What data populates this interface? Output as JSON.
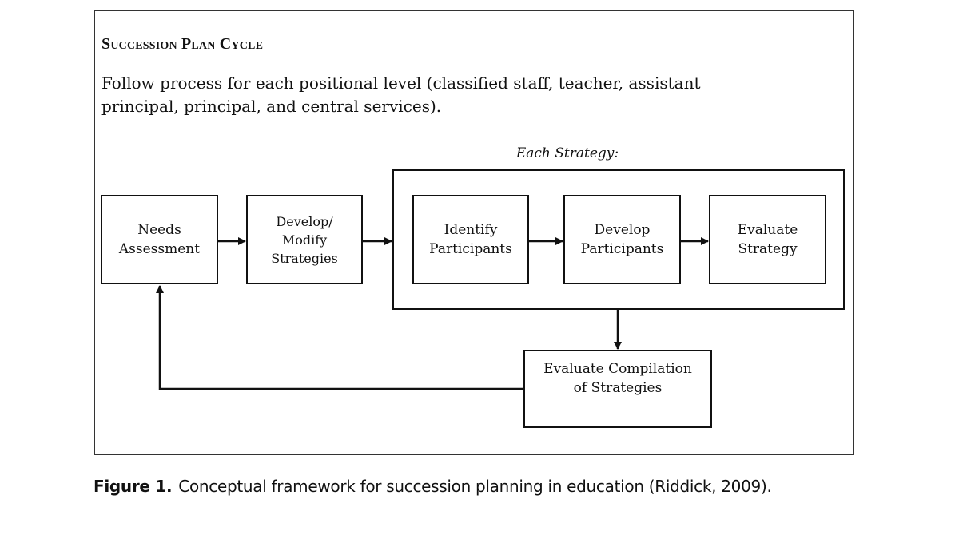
{
  "diagram": {
    "title": "Succession Plan Cycle",
    "subtitle": "Follow process for each positional level (classified staff, teacher, assistant principal, principal, and central services).",
    "strategy_group_label": "Each Strategy:",
    "nodes": {
      "needs_assessment": {
        "line1": "Needs",
        "line2": "Assessment"
      },
      "develop_modify": {
        "line1": "Develop/",
        "line2": "Modify",
        "line3": "Strategies"
      },
      "identify_participants": {
        "line1": "Identify",
        "line2": "Participants"
      },
      "develop_participants": {
        "line1": "Develop",
        "line2": "Participants"
      },
      "evaluate_strategy": {
        "line1": "Evaluate",
        "line2": "Strategy"
      },
      "evaluate_compilation": {
        "line1": "Evaluate Compilation",
        "line2": "of Strategies"
      }
    },
    "edges": [
      {
        "from": "Needs Assessment",
        "to": "Develop/Modify Strategies"
      },
      {
        "from": "Develop/Modify Strategies",
        "to": "Each Strategy"
      },
      {
        "from": "Identify Participants",
        "to": "Develop Participants"
      },
      {
        "from": "Develop Participants",
        "to": "Evaluate Strategy"
      },
      {
        "from": "Each Strategy",
        "to": "Evaluate Compilation of Strategies"
      },
      {
        "from": "Evaluate Compilation of Strategies",
        "to": "Needs Assessment"
      }
    ]
  },
  "caption": {
    "label": "Figure 1.",
    "text": "Conceptual framework for succession planning in education (Riddick, 2009)."
  }
}
